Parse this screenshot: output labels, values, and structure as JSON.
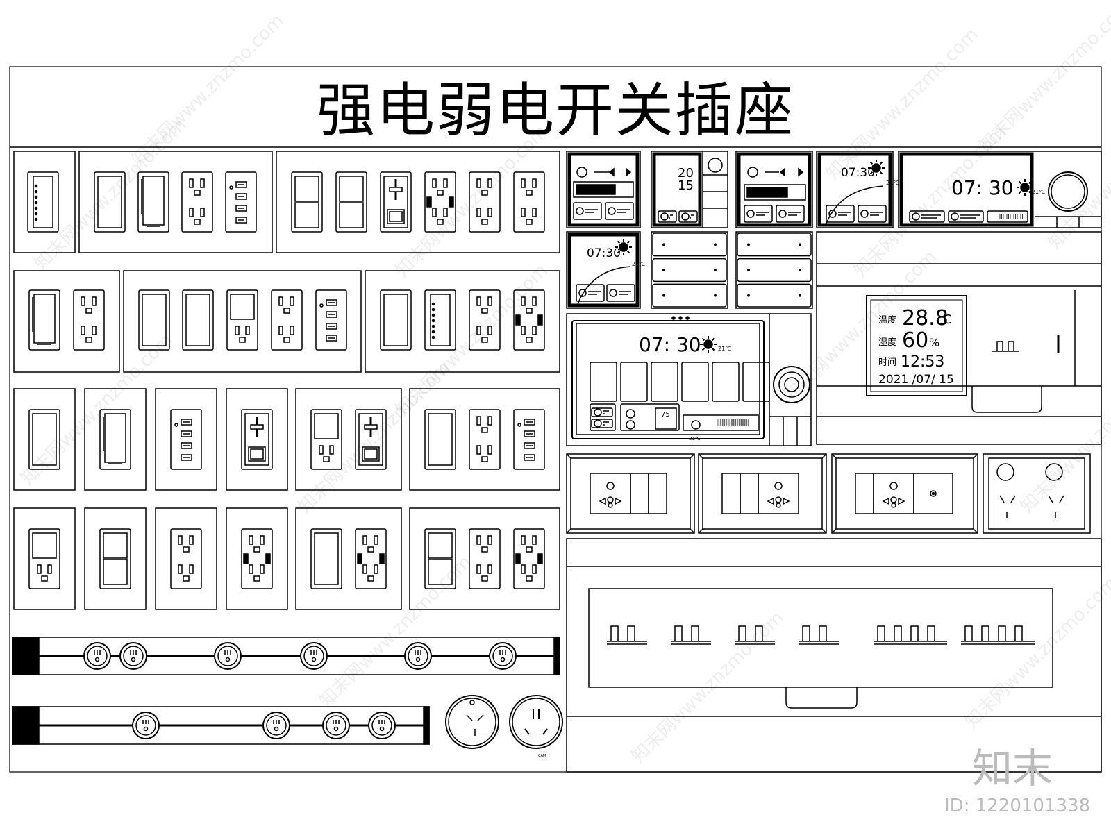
{
  "title": "强电弱电开关插座",
  "brand": "知末",
  "id_label": "ID: 1220101338",
  "watermark": "知末网www.znzmo.com",
  "panels": {
    "scene1": {
      "time_date": [
        "20",
        "15"
      ]
    },
    "clock_small": {
      "time": "07:30",
      "temp": "21℃"
    },
    "clock_large": {
      "time": "07: 30",
      "temp": "21℃"
    },
    "control": {
      "time": "07: 30",
      "temp": "21℃",
      "value": "75",
      "mini_temp": "21℃"
    },
    "lcd": {
      "temp_label": "温度",
      "temp_value": "28.8",
      "temp_unit": "C",
      "hum_label": "湿度",
      "hum_value": "60",
      "hum_unit": "%",
      "time_label": "时间",
      "time_value": "12:53",
      "date_value": "2021 /07/ 15"
    },
    "outlet_small_label": "CAM"
  }
}
